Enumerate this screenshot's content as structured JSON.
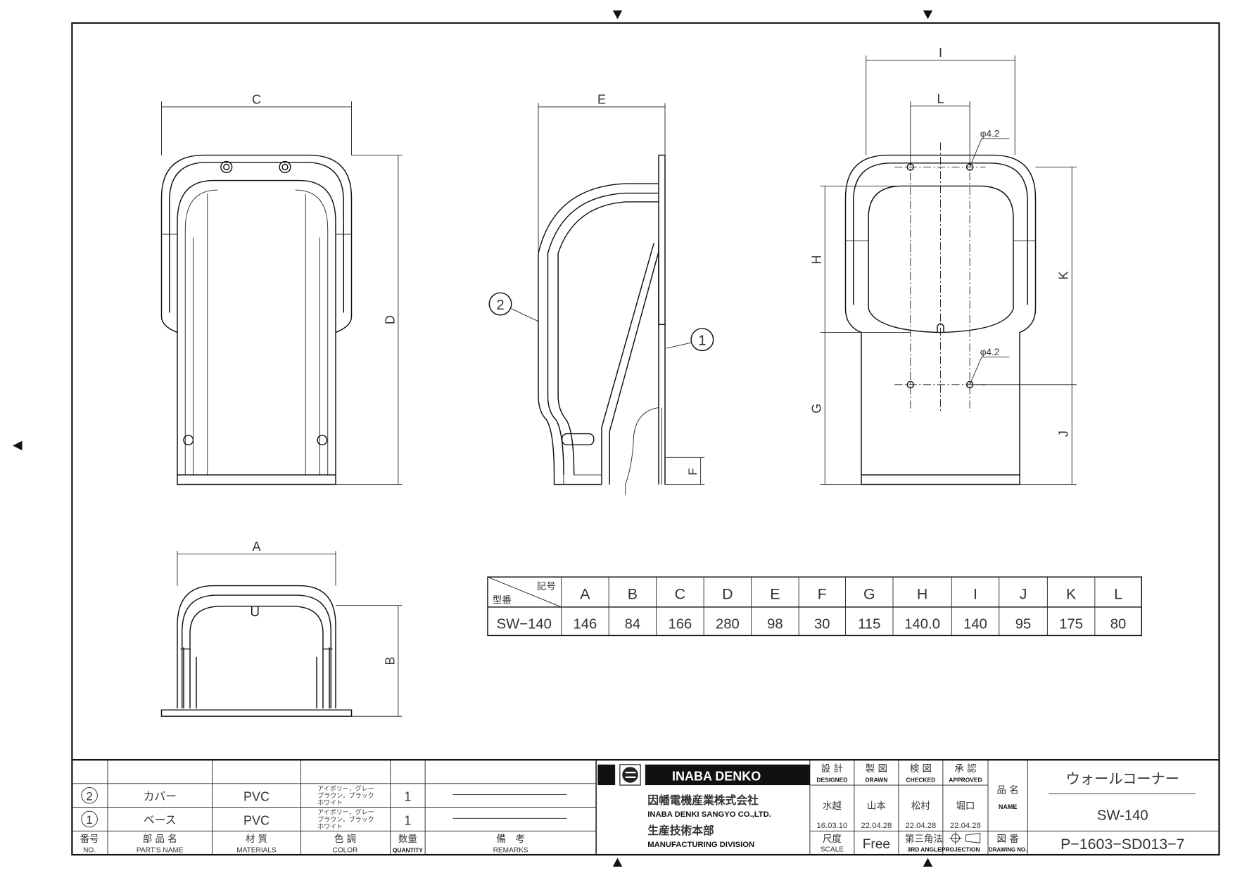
{
  "views": {
    "front": {
      "dim_width": "C",
      "dim_height": "D"
    },
    "side": {
      "dim_depth": "E",
      "dim_flange": "F",
      "callout_cover": "2",
      "callout_base": "1"
    },
    "rear": {
      "dim_outer": "I",
      "dim_holes": "L",
      "dim_h": "H",
      "dim_k": "K",
      "dim_g": "G",
      "dim_j": "J",
      "hole_top": "φ4.2",
      "hole_bottom": "φ4.2"
    },
    "bottom": {
      "dim_width": "A",
      "dim_height": "B"
    }
  },
  "dimension_table": {
    "corner_top": "記号",
    "corner_bottom": "型番",
    "headers": [
      "A",
      "B",
      "C",
      "D",
      "E",
      "F",
      "G",
      "H",
      "I",
      "J",
      "K",
      "L"
    ],
    "model": "SW−140",
    "values": [
      "146",
      "84",
      "166",
      "280",
      "98",
      "30",
      "115",
      "140.0",
      "140",
      "95",
      "175",
      "80"
    ]
  },
  "parts_list": {
    "rows": [
      {
        "no": "2",
        "name": "カバー",
        "material": "PVC",
        "color": [
          "アイボリー，グレー",
          "ブラウン，ブラック",
          "ホワイト"
        ],
        "qty": "1",
        "remarks": ""
      },
      {
        "no": "1",
        "name": "ベース",
        "material": "PVC",
        "color": [
          "アイボリー，グレー",
          "ブラウン，ブラック",
          "ホワイト"
        ],
        "qty": "1",
        "remarks": ""
      }
    ],
    "header": {
      "no_jp": "番号",
      "no_en": "NO.",
      "name_jp": "部 品 名",
      "name_en": "PART'S NAME",
      "material_jp": "材 質",
      "material_en": "MATERIALS",
      "color_jp": "色 調",
      "color_en": "COLOR",
      "qty_jp": "数量",
      "qty_en": "QUANTITY",
      "remarks_jp": "備　考",
      "remarks_en": "REMARKS"
    }
  },
  "company": {
    "brand": "INABA DENKO",
    "name_jp": "因幡電機産業株式会社",
    "name_en": "INABA DENKI SANGYO CO.,LTD.",
    "division_jp": "生産技術本部",
    "division_en": "MANUFACTURING DIVISION"
  },
  "approvals": [
    {
      "label_jp": "設 計",
      "label_en": "DESIGNED",
      "person": "水越",
      "date": "16.03.10"
    },
    {
      "label_jp": "製 図",
      "label_en": "DRAWN",
      "person": "山本",
      "date": "22.04.28"
    },
    {
      "label_jp": "検 図",
      "label_en": "CHECKED",
      "person": "松村",
      "date": "22.04.28"
    },
    {
      "label_jp": "承 認",
      "label_en": "APPROVED",
      "person": "堀口",
      "date": "22.04.28"
    }
  ],
  "scale": {
    "label_jp": "尺度",
    "label_en": "SCALE",
    "value": "Free"
  },
  "projection": {
    "label_jp": "第三角法",
    "label_en": "3RD ANGLEPROJECTION"
  },
  "product": {
    "label_jp": "品 名",
    "label_en": "NAME",
    "name_jp": "ウォールコーナー",
    "model": "SW-140"
  },
  "drawing_no": {
    "label_jp": "図 番",
    "label_en": "DRAWING NO.",
    "value": "P−1603−SD013−7"
  }
}
